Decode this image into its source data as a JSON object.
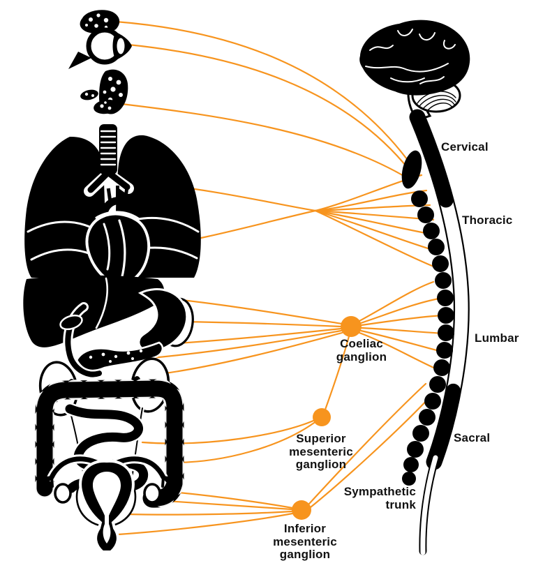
{
  "figure": {
    "description": "Sympathetic nervous system diagram linking organs to the spinal cord via the sympathetic trunk and prevertebral ganglia"
  },
  "colors": {
    "nerve_orange": "#F7941E",
    "silhouette_black": "#000000",
    "label_text": "#111111",
    "background": "#FFFFFF"
  },
  "labels": {
    "cervical": "Cervical",
    "thoracic": "Thoracic",
    "lumbar": "Lumbar",
    "sacral": "Sacral",
    "sympathetic_trunk": "Sympathetic\ntrunk",
    "coeliac_ganglion": "Coeliac\nganglion",
    "superior_mesenteric_ganglion": "Superior\nmesenteric\nganglion",
    "inferior_mesenteric_ganglion": "Inferior\nmesenteric\nganglion"
  },
  "organs": [
    "lacrimal-gland",
    "eye",
    "salivary-glands",
    "trachea",
    "lungs",
    "heart",
    "liver",
    "gallbladder",
    "duodenum",
    "stomach",
    "spleen",
    "pancreas",
    "kidneys",
    "ureters",
    "large-intestine",
    "small-intestine",
    "bladder",
    "uterus",
    "fallopian-tubes",
    "ovaries",
    "brain",
    "cerebellum",
    "brainstem",
    "spinal-cord",
    "sympathetic-trunk-chain"
  ]
}
